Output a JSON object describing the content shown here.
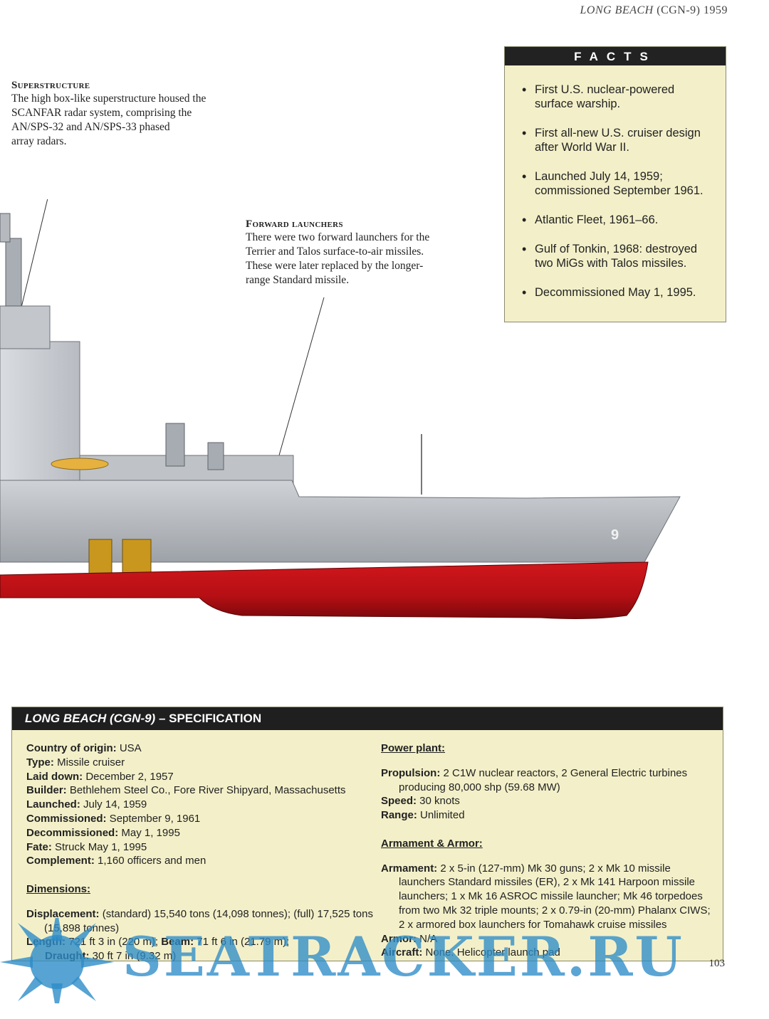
{
  "running_head": {
    "title_italic": "LONG BEACH",
    "rest": " (CGN-9) 1959"
  },
  "callouts": {
    "superstructure": {
      "title": "Superstructure",
      "text": "The high box-like superstructure housed the\nSCANFAR radar system, comprising the\nAN/SPS-32 and AN/SPS-33 phased\narray radars."
    },
    "forward_launchers": {
      "title": "Forward launchers",
      "text": "There were two forward launchers for the\nTerrier and Talos surface-to-air missiles.\nThese were later replaced by the longer-\nrange Standard missile."
    }
  },
  "facts": {
    "heading": "FACTS",
    "items": [
      "First U.S. nuclear-powered surface warship.",
      "First all-new U.S. cruiser design after World War II.",
      "Launched July 14, 1959; commissioned September 1961.",
      "Atlantic Fleet, 1961–66.",
      "Gulf of Tonkin, 1968: destroyed two MiGs with Talos missiles.",
      "Decommissioned May 1, 1995."
    ]
  },
  "illustration": {
    "hull_number": "9"
  },
  "spec": {
    "heading_italic": "LONG BEACH (CGN-9)",
    "heading_rest": " – SPECIFICATION",
    "left": {
      "rows": [
        {
          "label": "Country of origin:",
          "value": " USA"
        },
        {
          "label": "Type:",
          "value": " Missile cruiser"
        },
        {
          "label": "Laid down:",
          "value": " December 2, 1957"
        },
        {
          "label": "Builder:",
          "value": " Bethlehem Steel Co., Fore River Shipyard, Massachusetts"
        },
        {
          "label": "Launched:",
          "value": " July 14, 1959"
        },
        {
          "label": "Commissioned:",
          "value": " September 9, 1961"
        },
        {
          "label": "Decommissioned:",
          "value": " May 1, 1995"
        },
        {
          "label": "Fate:",
          "value": " Struck May 1, 1995"
        },
        {
          "label": "Complement:",
          "value": " 1,160 officers and men"
        }
      ],
      "dimensions_heading": "Dimensions:",
      "displacement_label": "Displacement:",
      "displacement_value": " (standard) 15,540 tons (14,098 tonnes); (full) 17,525 tons (15,898 tonnes)",
      "length_label": "Length:",
      "length_value": " 721 ft 3 in (220 m); ",
      "beam_label": "Beam:",
      "beam_value": " 71 ft 6 in (21.79 m);",
      "draught_label": "Draught:",
      "draught_value": " 30 ft 7 in (9.32 m)"
    },
    "right": {
      "power_heading": "Power plant:",
      "propulsion_label": "Propulsion:",
      "propulsion_value": " 2 C1W nuclear reactors, 2 General Electric turbines producing 80,000 shp (59.68 MW)",
      "speed_label": "Speed:",
      "speed_value": " 30 knots",
      "range_label": "Range:",
      "range_value": " Unlimited",
      "armament_heading": "Armament & Armor:",
      "armament_label": "Armament:",
      "armament_value": " 2 x 5-in (127-mm) Mk 30 guns; 2 x Mk 10 missile launchers Standard missiles (ER), 2 x Mk 141 Harpoon missile launchers; 1 x Mk 16 ASROC missile launcher; Mk 46 torpedoes from two Mk 32 triple mounts; 2 x 0.79-in (20-mm) Phalanx CIWS; 2 x armored box launchers for Tomahawk cruise missiles",
      "armor_label": "Armor:",
      "armor_value": " N/A",
      "aircraft_label": "Aircraft:",
      "aircraft_value": " None. Helicopter launch pad"
    }
  },
  "page_number": "103",
  "watermark": {
    "text": "SEATRACKER.RU",
    "color": "#2d8cc8"
  }
}
